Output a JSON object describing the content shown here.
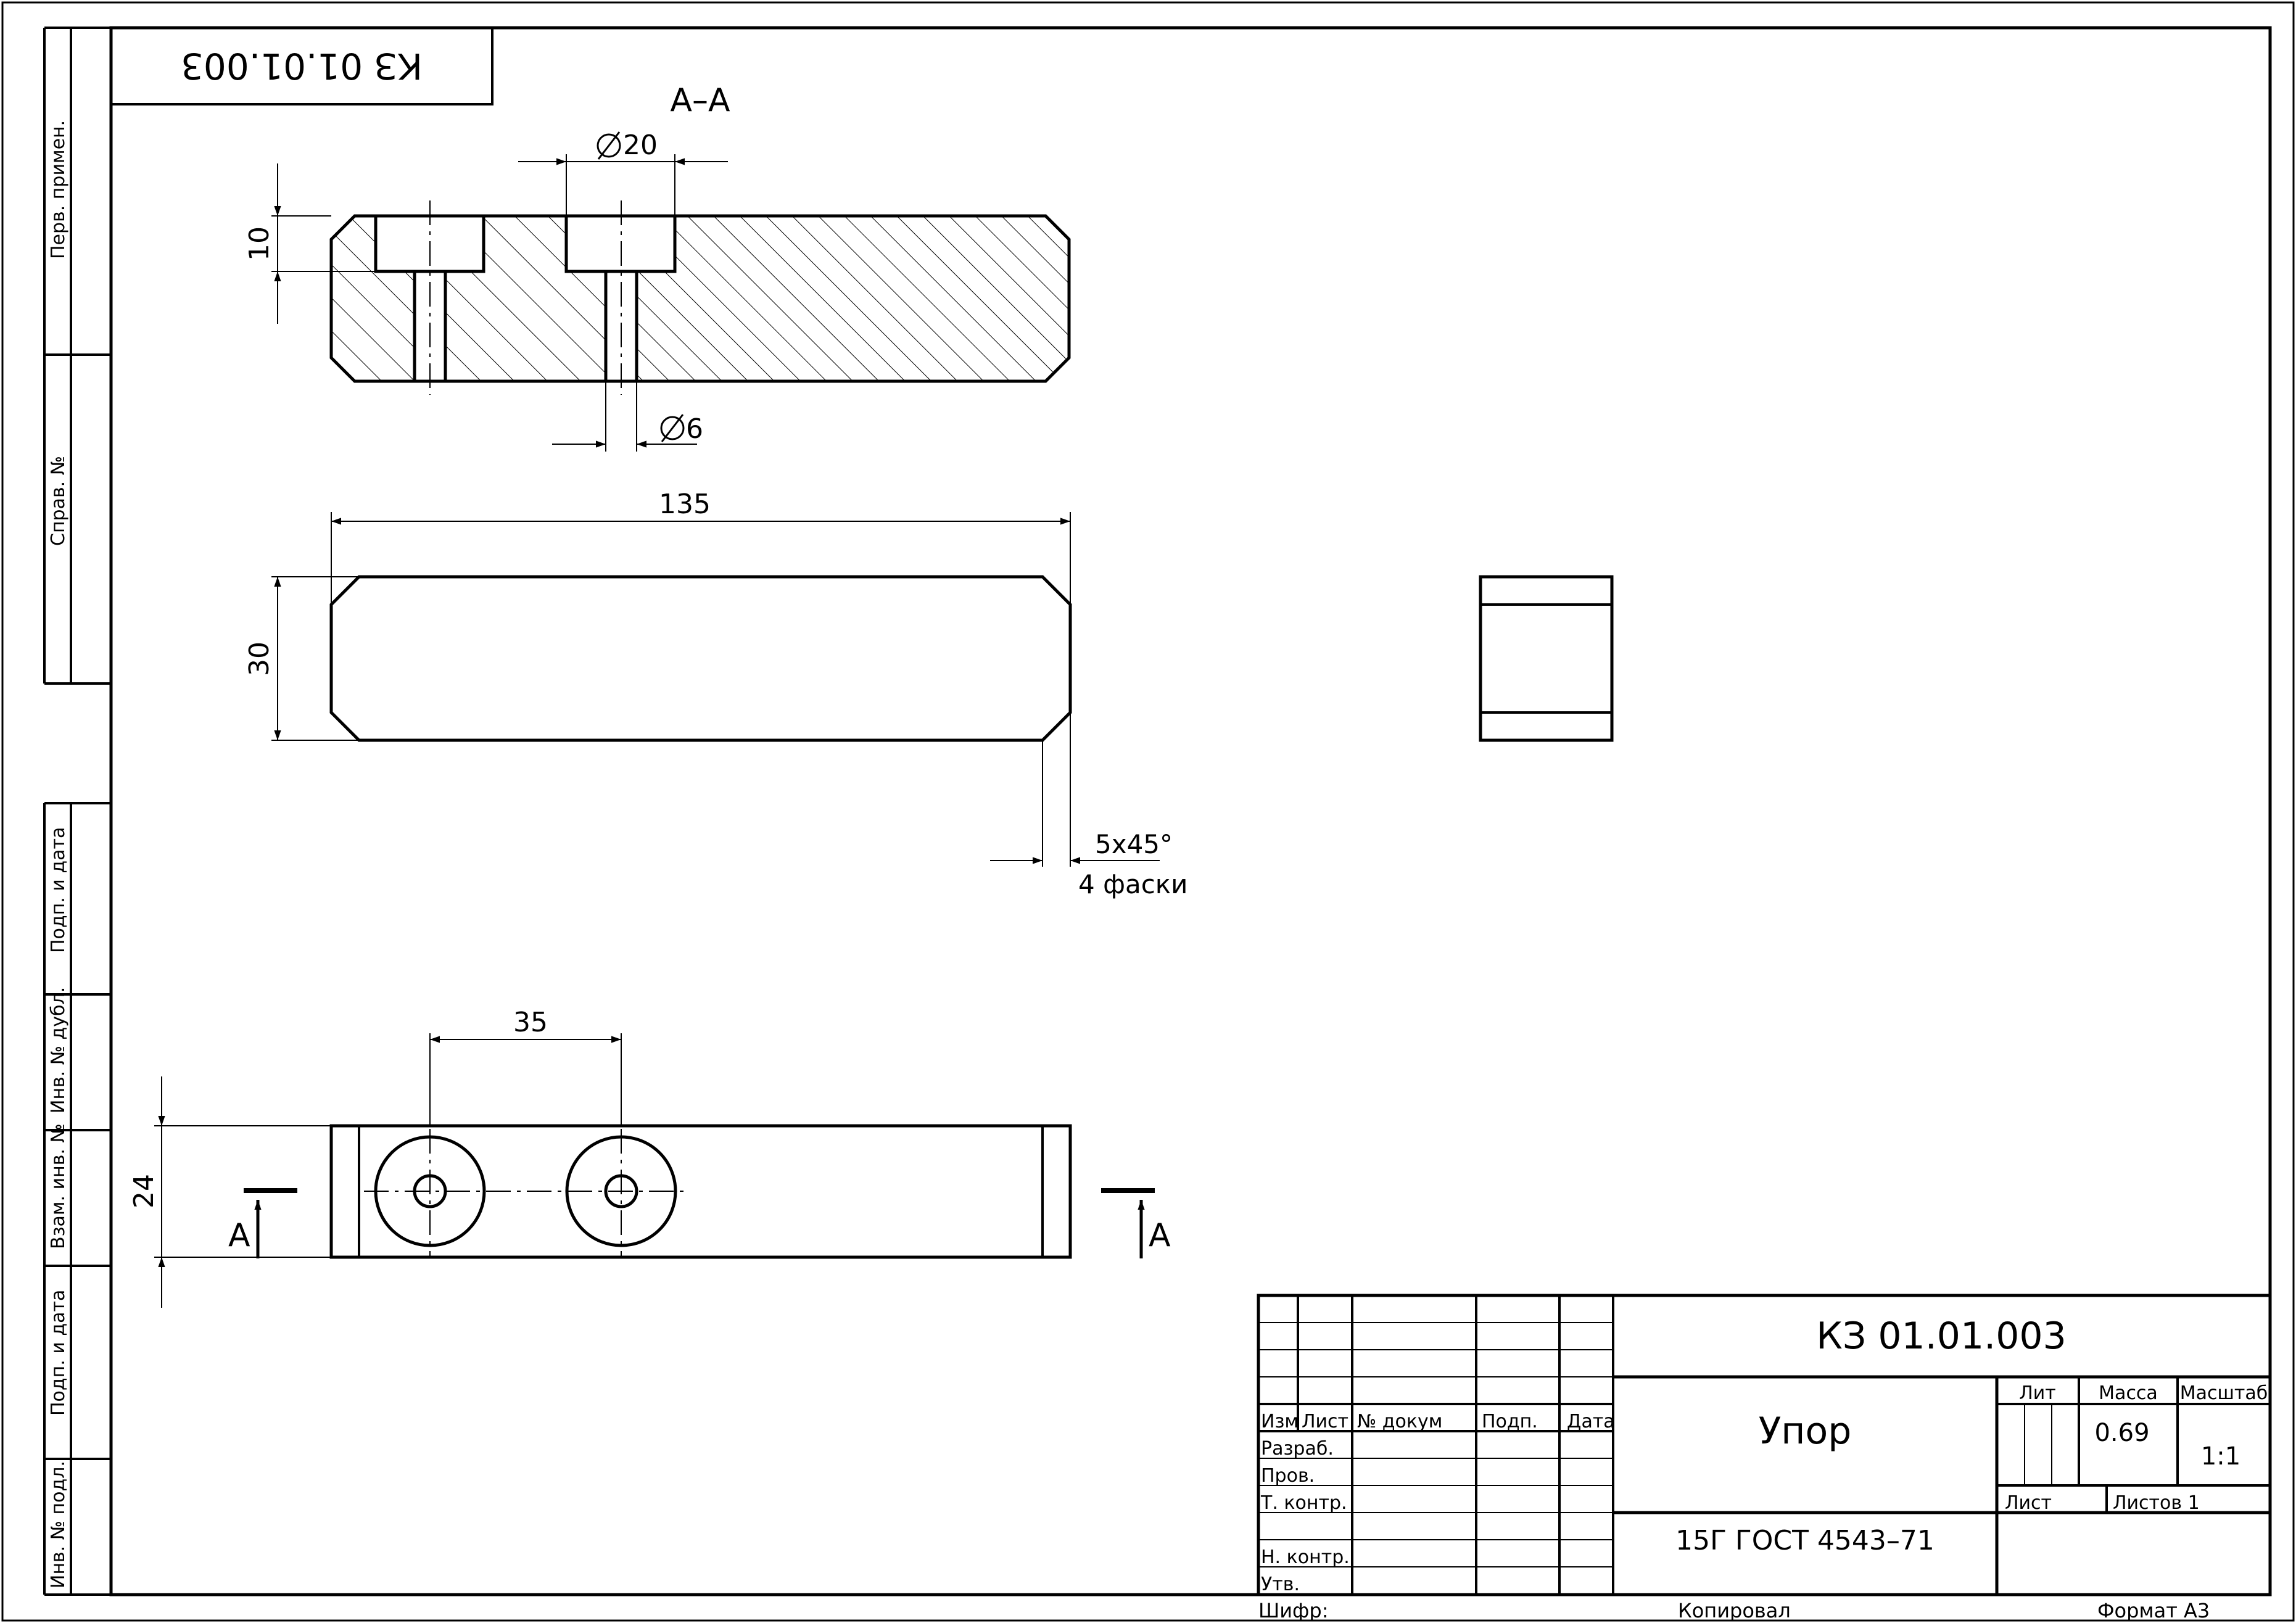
{
  "sheet": {
    "designation_rotated": "КЗ 01.01.003",
    "format_label": "Формат А3",
    "copied_label": "Копировал",
    "cipher_label": "Шифр:"
  },
  "side_stamp": {
    "perv_primen": "Перв. примен.",
    "sprav_no": "Справ. №",
    "podp_data_1": "Подп. и дата",
    "inv_dubl": "Инв. № дубл.",
    "vzam_inv": "Взам. инв. №",
    "podp_data_2": "Подп. и дата",
    "inv_podl": "Инв. № подл."
  },
  "views": {
    "section_label": "А–А",
    "dim_d20": "20",
    "dim_10": "10",
    "dim_d6": "6",
    "dim_135": "135",
    "dim_30": "30",
    "chamfer_size": "5х45°",
    "chamfer_note": "4 фаски",
    "dim_35": "35",
    "dim_24": "24",
    "cut_left_letter": "А",
    "cut_right_letter": "А"
  },
  "title_block": {
    "designation": "КЗ 01.01.003",
    "part_name": "Упор",
    "material": "15Г ГОСТ 4543–71",
    "col_izm": "Изм",
    "col_list": "Лист",
    "col_ndokum": "№ докум",
    "col_podp": "Подп.",
    "col_data": "Дата",
    "row_razrab": "Разраб.",
    "row_prov": "Пров.",
    "row_tkontr": "Т. контр.",
    "row_nkontr": "Н. контр.",
    "row_utv": "Утв.",
    "lit_label": "Лит",
    "mass_label": "Масса",
    "scale_label": "Масштаб",
    "mass_value": "0.69",
    "scale_value": "1:1",
    "sheet_label": "Лист",
    "sheets_label": "Листов 1"
  },
  "colors": {
    "line": "#000000",
    "paper": "#ffffff"
  }
}
